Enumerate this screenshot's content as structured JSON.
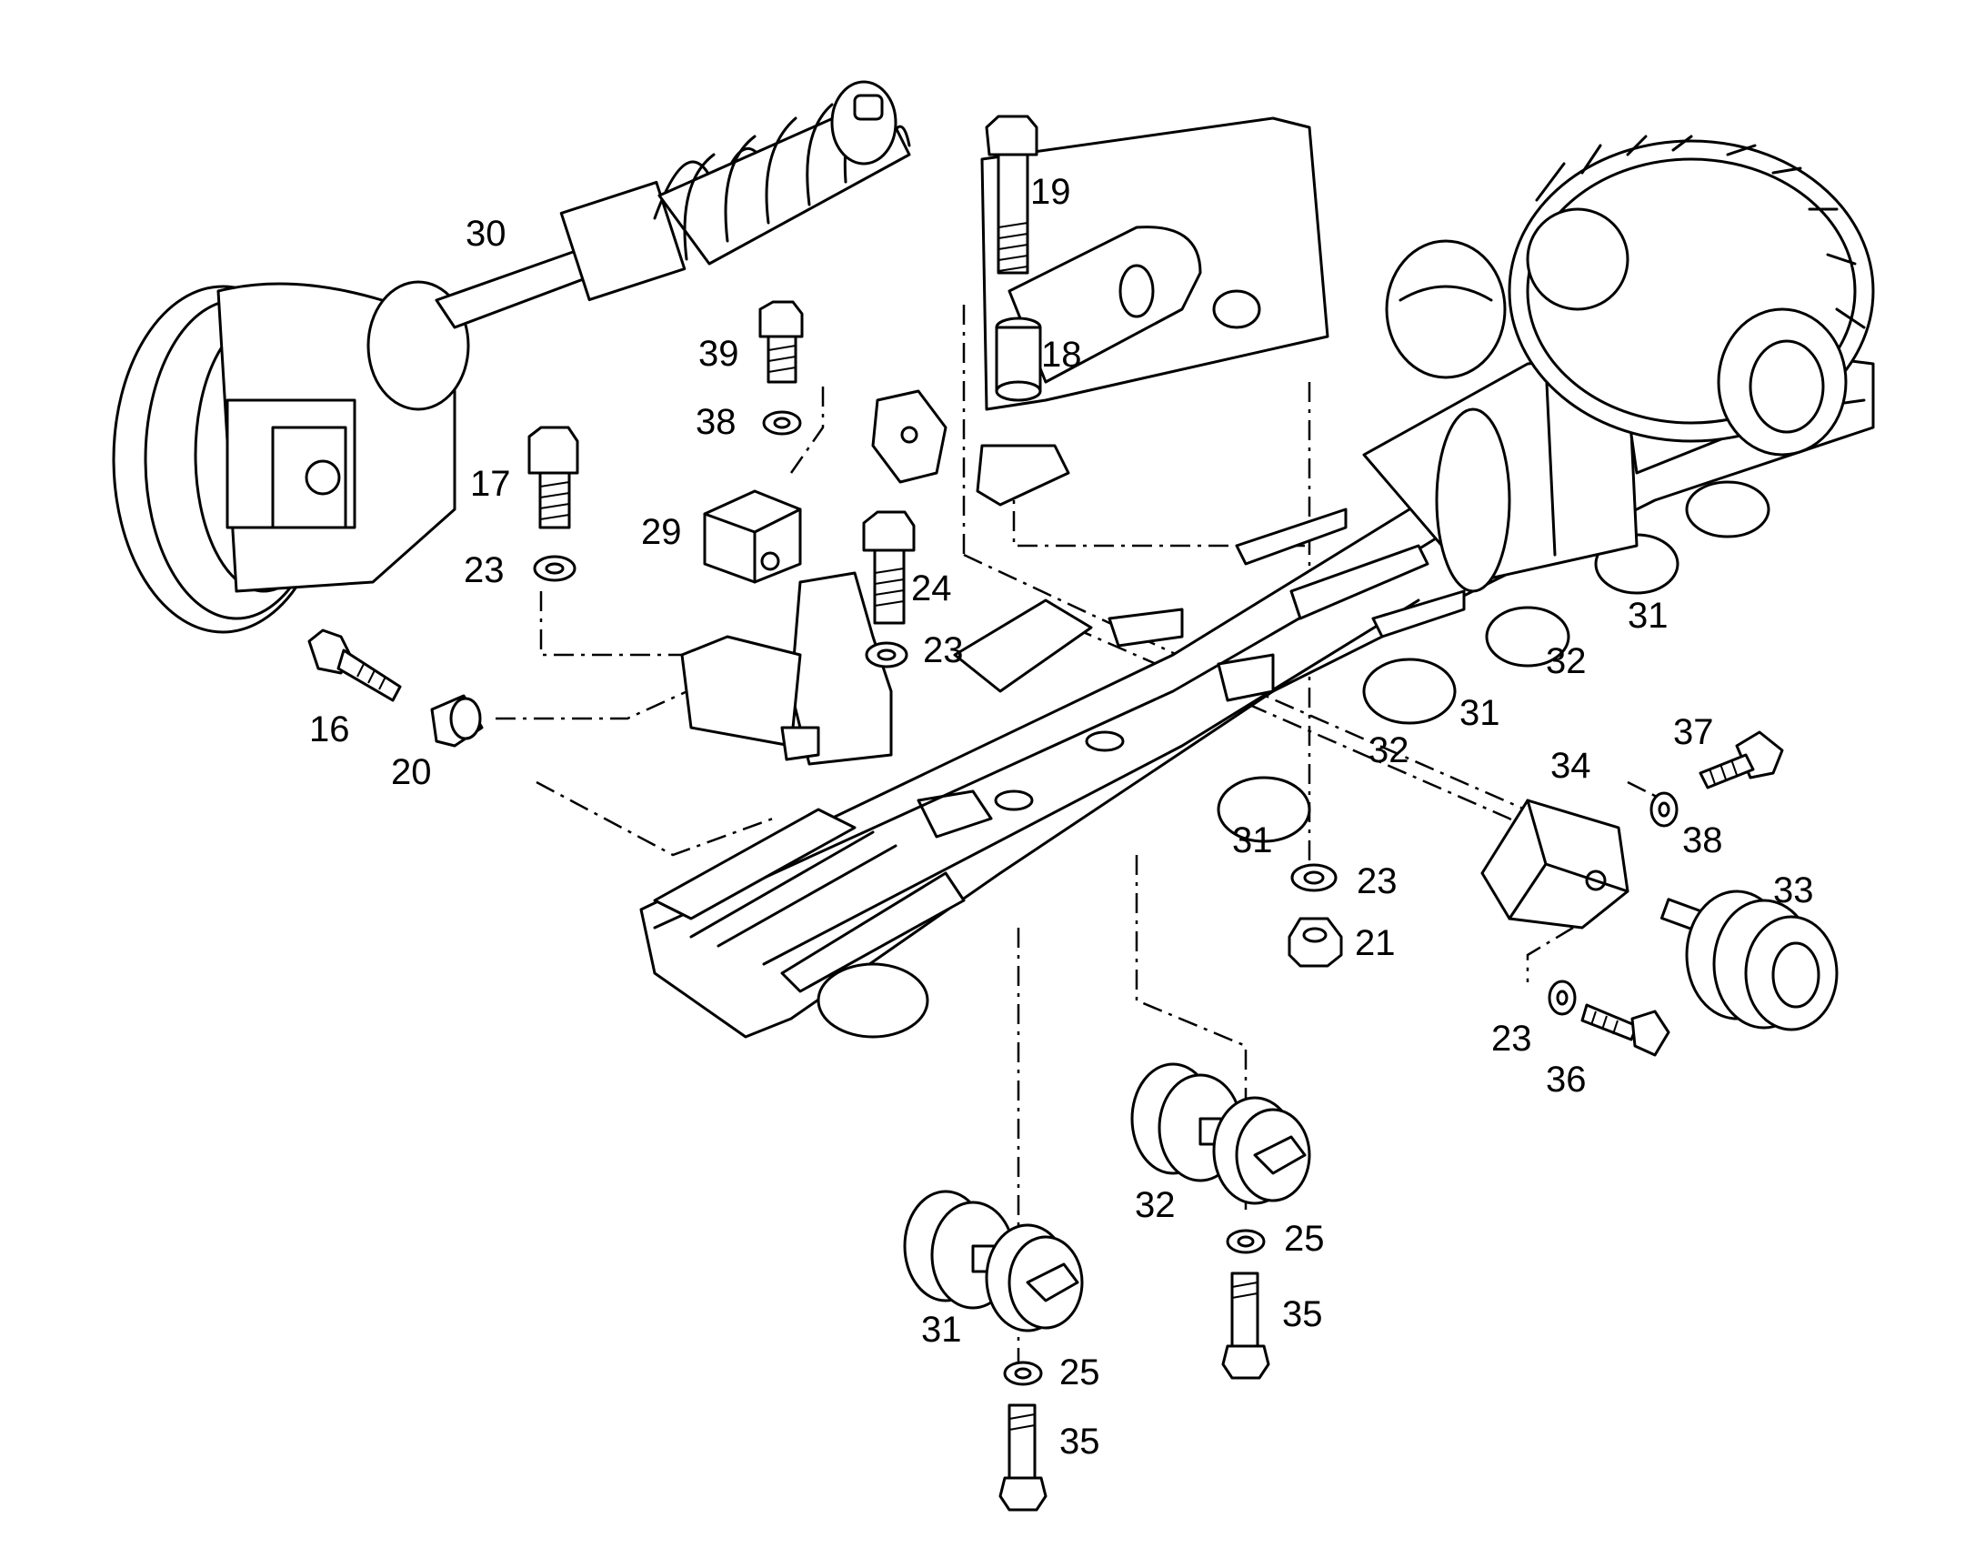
{
  "callouts": [
    {
      "id": "c30",
      "text": "30"
    },
    {
      "id": "c19",
      "text": "19"
    },
    {
      "id": "c39",
      "text": "39"
    },
    {
      "id": "c18",
      "text": "18"
    },
    {
      "id": "c38a",
      "text": "38"
    },
    {
      "id": "c17",
      "text": "17"
    },
    {
      "id": "c29",
      "text": "29"
    },
    {
      "id": "c23a",
      "text": "23"
    },
    {
      "id": "c24",
      "text": "24"
    },
    {
      "id": "c23b",
      "text": "23"
    },
    {
      "id": "c16",
      "text": "16"
    },
    {
      "id": "c20",
      "text": "20"
    },
    {
      "id": "c31a",
      "text": "31"
    },
    {
      "id": "c32a",
      "text": "32"
    },
    {
      "id": "c31b",
      "text": "31"
    },
    {
      "id": "c32b",
      "text": "32"
    },
    {
      "id": "c37",
      "text": "37"
    },
    {
      "id": "c34",
      "text": "34"
    },
    {
      "id": "c38b",
      "text": "38"
    },
    {
      "id": "c31c",
      "text": "31"
    },
    {
      "id": "c23c",
      "text": "23"
    },
    {
      "id": "c33",
      "text": "33"
    },
    {
      "id": "c21",
      "text": "21"
    },
    {
      "id": "c23d",
      "text": "23"
    },
    {
      "id": "c36",
      "text": "36"
    },
    {
      "id": "c32c",
      "text": "32"
    },
    {
      "id": "c25a",
      "text": "25"
    },
    {
      "id": "c35a",
      "text": "35"
    },
    {
      "id": "c31d",
      "text": "31"
    },
    {
      "id": "c25b",
      "text": "25"
    },
    {
      "id": "c35b",
      "text": "35"
    }
  ]
}
